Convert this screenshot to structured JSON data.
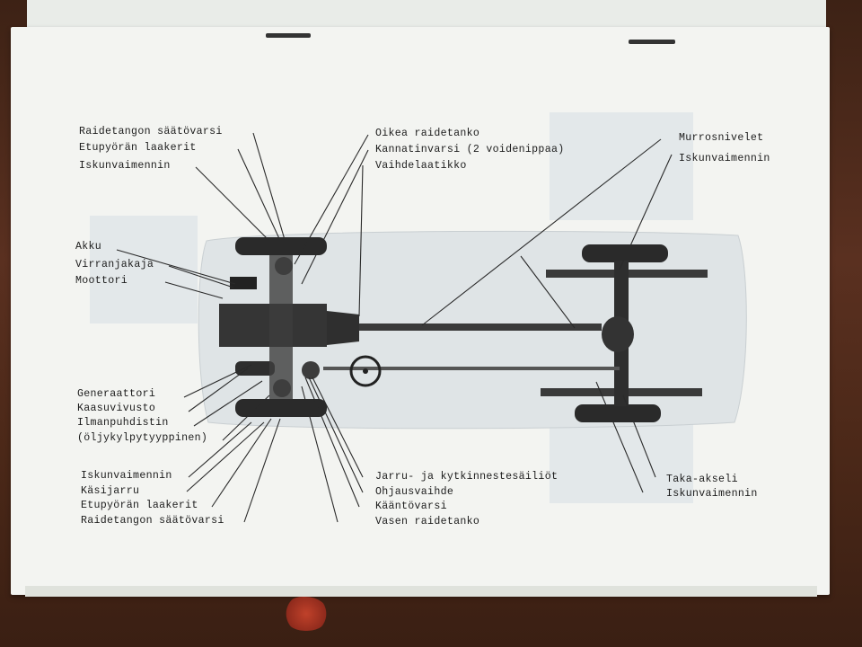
{
  "diagram": {
    "left_labels_top": [
      "Raidetangon säätövarsi",
      "Etupyörän laakerit",
      "Iskunvaimennin"
    ],
    "left_labels_mid": [
      "Akku",
      "Virranjakaja",
      "Moottori"
    ],
    "left_labels_lower": [
      "Generaattori",
      "Kaasuvivusto",
      "Ilmanpuhdistin",
      "(öljykylpytyyppinen)"
    ],
    "left_labels_bottom": [
      "Iskunvaimennin",
      "Käsijarru",
      "Etupyörän laakerit",
      "Raidetangon säätövarsi"
    ],
    "center_labels_top": [
      "Oikea raidetanko",
      "Kannatinvarsi (2 voidenippaa)",
      "Vaihdelaatikko"
    ],
    "center_labels_bottom": [
      "Jarru- ja kytkinnestesäiliöt",
      "Ohjausvaihde",
      "Kääntövarsi",
      "Vasen raidetanko"
    ],
    "right_labels_top": [
      "Murrosnivelet",
      "Iskunvaimennin"
    ],
    "right_labels_bottom": [
      "Taka-akseli",
      "Iskunvaimennin"
    ]
  }
}
